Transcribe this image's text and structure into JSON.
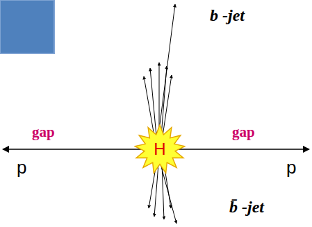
{
  "diagram": {
    "nodes": [
      {
        "text": [
          "H"
        ]
      }
    ],
    "labels": [
      "gap",
      "gap",
      "p",
      "p",
      "b -jet",
      "b̄ -jet"
    ]
  }
}
